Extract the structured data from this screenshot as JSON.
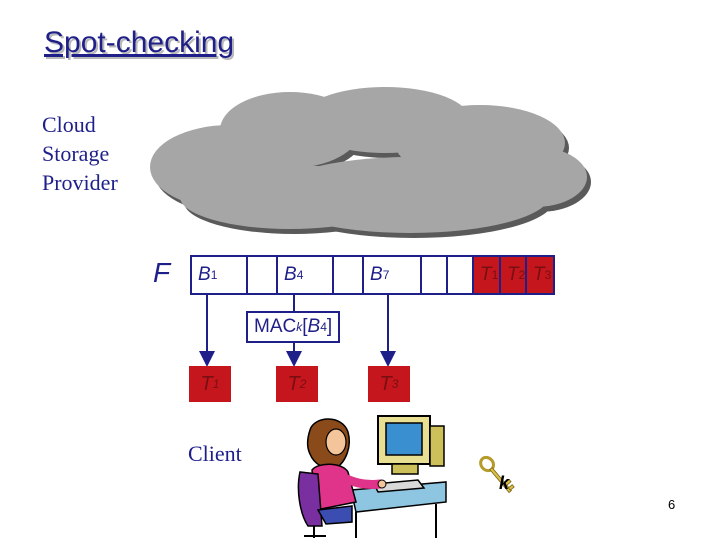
{
  "slide": {
    "title": "Spot-checking",
    "provider_line1": "Cloud",
    "provider_line2": "Storage",
    "provider_line3": "Provider",
    "file_label": "F",
    "client_label": "Client",
    "key_label": "k",
    "page_number": "6",
    "mac_text": {
      "prefix": "MAC",
      "key": "k",
      "open": "[",
      "block": "B",
      "block_index": "4",
      "close": "]"
    }
  },
  "blocks": {
    "b1": {
      "letter": "B",
      "index": "1"
    },
    "b4": {
      "letter": "B",
      "index": "4"
    },
    "b7": {
      "letter": "B",
      "index": "7"
    }
  },
  "stored_tags": {
    "t1": {
      "letter": "T",
      "index": "1"
    },
    "t2": {
      "letter": "T",
      "index": "2"
    },
    "t3": {
      "letter": "T",
      "index": "3"
    }
  },
  "challenge_tags": {
    "t1": {
      "letter": "T",
      "index": "1"
    },
    "t2": {
      "letter": "T",
      "index": "2"
    },
    "t3": {
      "letter": "T",
      "index": "3"
    }
  },
  "colors": {
    "text_blue": "#1f1f8a",
    "tag_red": "#c4161c",
    "cloud_gray": "#a6a6a6"
  },
  "icons": [
    "cloud-icon",
    "woman-at-computer-illustration",
    "key-icon"
  ]
}
